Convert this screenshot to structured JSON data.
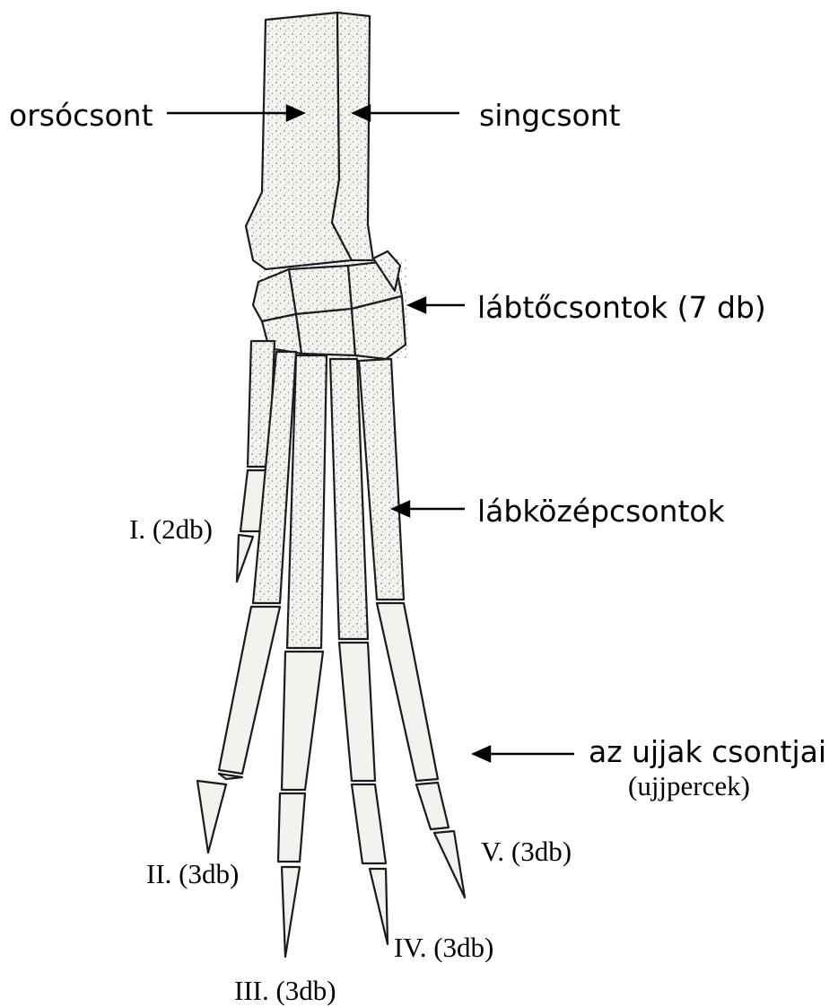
{
  "labels": {
    "radius": "orsócsont",
    "ulna": "singcsont",
    "carpals": "lábtőcsontok (7 db)",
    "metacarpals": "lábközépcsontok",
    "phalanges_line1": "az ujjak csontjai",
    "phalanges_line2": "(ujjpercek)"
  },
  "digits": {
    "d1": "I. (2db)",
    "d2": "II. (3db)",
    "d3": "III. (3db)",
    "d4": "IV. (3db)",
    "d5": "V. (3db)"
  },
  "colors": {
    "bone_fill": "#f4f2ee",
    "outline": "#1a1a1a",
    "text": "#000000"
  }
}
